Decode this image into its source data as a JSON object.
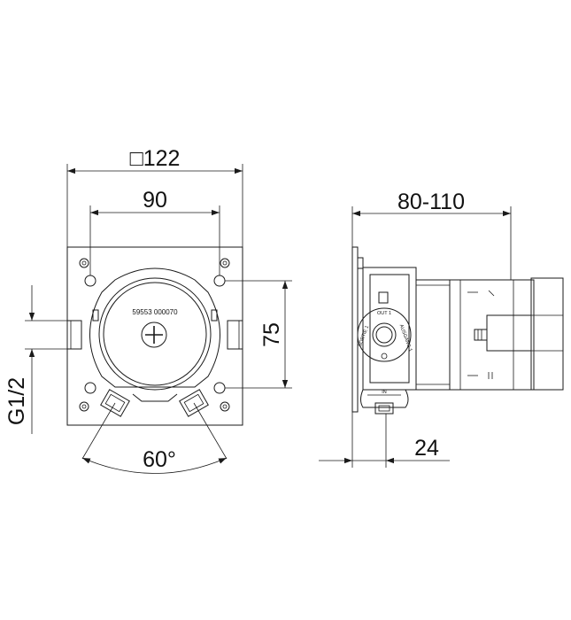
{
  "dimensions": {
    "square_size": "□122",
    "hole_spacing": "90",
    "vertical_spacing": "75",
    "thread": "G1/2",
    "angle": "60°",
    "depth_range": "80-110",
    "outlet_offset": "24"
  },
  "labels": {
    "part_number": "59553 000070",
    "out_1": "OUT 1",
    "sortie_1": "SORTIE 1",
    "ausgang_1": "AUSGANG 1",
    "inlet_mark": "IN"
  },
  "colors": {
    "line": "#1a1a1a",
    "background": "#ffffff"
  }
}
